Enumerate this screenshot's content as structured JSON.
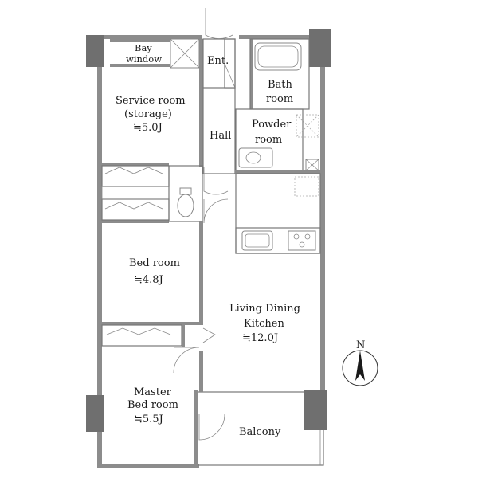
{
  "rooms": {
    "bay_window": [
      "Bay",
      "window"
    ],
    "entrance": "Ent.",
    "bath": [
      "Bath",
      "room"
    ],
    "service_room": [
      "Service room",
      "(storage)",
      "≒5.0J"
    ],
    "hall": "Hall",
    "powder": [
      "Powder",
      "room"
    ],
    "bed_room": [
      "Bed room",
      "≒4.8J"
    ],
    "ldk": [
      "Living Dining",
      "Kitchen",
      "≒12.0J"
    ],
    "master": [
      "Master",
      "Bed room",
      "≒5.5J"
    ],
    "balcony": "Balcony"
  },
  "compass": {
    "label": "N"
  },
  "colors": {
    "wall": "#8c8c8c",
    "pillar": "#6f6f6f",
    "line": "#777777"
  }
}
